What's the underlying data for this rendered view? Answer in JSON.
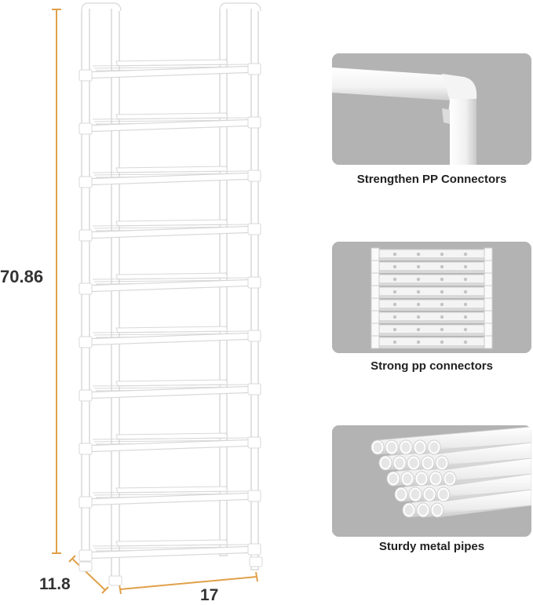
{
  "dimensions": {
    "height": "70.86",
    "depth": "11.8",
    "width": "17",
    "accent_color": "#E0A04A"
  },
  "product": {
    "tiers": 10,
    "frame_color": "#ffffff",
    "outline_color": "#d8d8d8"
  },
  "features": [
    {
      "caption": "Strengthen PP Connectors",
      "icon": "corner-connector-icon"
    },
    {
      "caption": "Strong pp connectors",
      "icon": "connector-stack-icon"
    },
    {
      "caption": "Sturdy metal pipes",
      "icon": "pipe-bundle-icon"
    }
  ],
  "panel_color": "#b3b3b3"
}
